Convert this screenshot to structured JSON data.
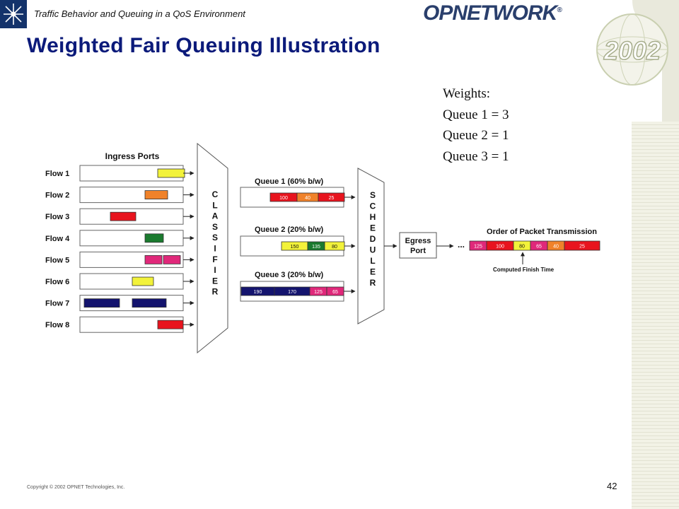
{
  "header": {
    "subtitle": "Traffic Behavior and Queuing in a QoS Environment",
    "brand": "OPNETWORK",
    "brand_mark": "®",
    "event_year": "2002"
  },
  "slide": {
    "title": "Weighted Fair Queuing Illustration",
    "weights": {
      "heading": "Weights:",
      "lines": [
        "Queue 1 = 3",
        "Queue 2 = 1",
        "Queue 3 = 1"
      ]
    },
    "copyright": "Copyright © 2002 OPNET Technologies, Inc.",
    "page_number": "42"
  },
  "diagram": {
    "ingress_title": "Ingress Ports",
    "flows": [
      "Flow 1",
      "Flow 2",
      "Flow 3",
      "Flow 4",
      "Flow 5",
      "Flow 6",
      "Flow 7",
      "Flow 8"
    ],
    "classifier_letters": [
      "C",
      "L",
      "A",
      "S",
      "S",
      "I",
      "F",
      "I",
      "E",
      "R"
    ],
    "scheduler_letters": [
      "S",
      "C",
      "H",
      "E",
      "D",
      "U",
      "L",
      "E",
      "R"
    ],
    "queues": [
      {
        "label": "Queue 1 (60% b/w)",
        "packets": [
          "100",
          "40",
          "25"
        ]
      },
      {
        "label": "Queue 2 (20% b/w)",
        "packets": [
          "150",
          "135",
          "80"
        ]
      },
      {
        "label": "Queue 3 (20% b/w)",
        "packets": [
          "190",
          "170",
          "125",
          "65"
        ]
      }
    ],
    "egress_lines": [
      "Egress",
      "Port"
    ],
    "ellipsis": "...",
    "order_title": "Order of Packet Transmission",
    "order_packets": [
      "125",
      "100",
      "80",
      "65",
      "40",
      "25"
    ],
    "finish_time_label": "Computed Finish Time"
  },
  "colors": {
    "title_blue": "#0b1a7a",
    "navy": "#14336b",
    "yellow": "#f2f23a",
    "orange": "#f0822a",
    "red": "#e8141e",
    "green": "#1a7a2e",
    "pink": "#e0287a",
    "dark_blue": "#14146e"
  }
}
